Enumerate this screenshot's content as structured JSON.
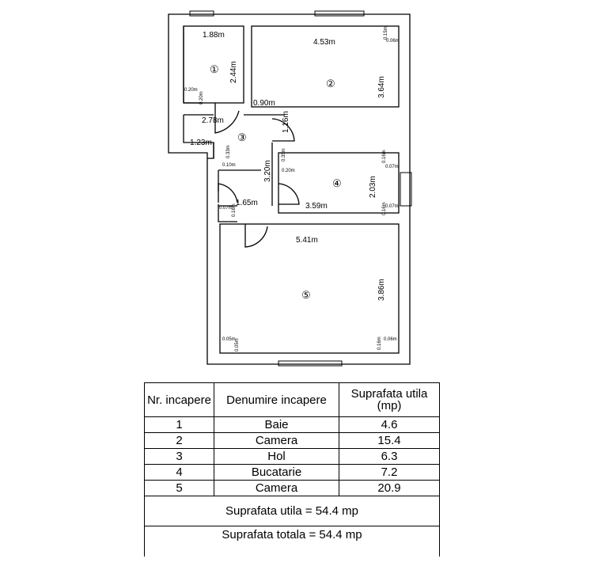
{
  "plan": {
    "rooms": [
      {
        "number": "①",
        "dims": [
          "1.88m",
          "2.44m"
        ]
      },
      {
        "number": "②",
        "dims": [
          "4.53m",
          "3.64m"
        ]
      },
      {
        "number": "③",
        "dims": [
          "2.78m",
          "1.23m",
          "1.16m",
          "3.20m",
          "0.90m",
          "1.65m"
        ]
      },
      {
        "number": "④",
        "dims": [
          "3.59m",
          "2.03m"
        ]
      },
      {
        "number": "⑤",
        "dims": [
          "5.41m",
          "3.86m"
        ]
      }
    ],
    "small_dims": [
      "0.20m",
      "0.20m",
      "0.15m",
      "0.06m",
      "0.33m",
      "0.10m",
      "0.35m",
      "0.20m",
      "0.16m",
      "0.07m",
      "0.07m",
      "0.16m",
      "0.07m",
      "0.16m",
      "0.05m",
      "0.05m",
      "0.16m",
      "0.06m"
    ]
  },
  "table": {
    "headers": [
      "Nr. incapere",
      "Denumire incapere",
      "Suprafata utila (mp)"
    ],
    "rows": [
      {
        "nr": "1",
        "name": "Baie",
        "area": "4.6"
      },
      {
        "nr": "2",
        "name": "Camera",
        "area": "15.4"
      },
      {
        "nr": "3",
        "name": "Hol",
        "area": "6.3"
      },
      {
        "nr": "4",
        "name": "Bucatarie",
        "area": "7.2"
      },
      {
        "nr": "5",
        "name": "Camera",
        "area": "20.9"
      }
    ],
    "suprafata_utila": "Suprafata utila =   54.4 mp",
    "suprafata_totala": "Suprafata totala =   54.4 mp"
  }
}
